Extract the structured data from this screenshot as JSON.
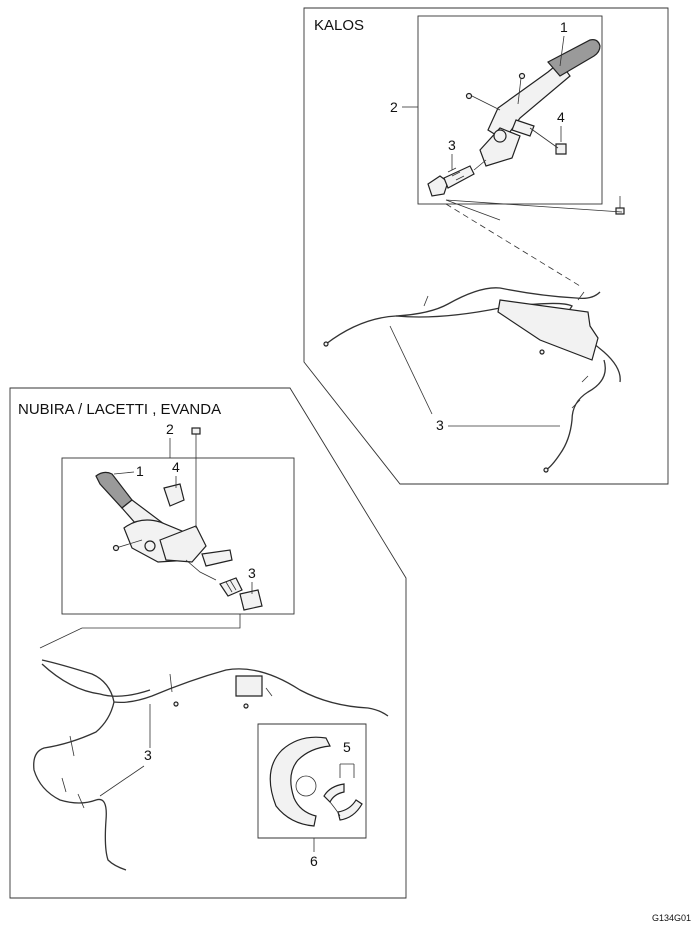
{
  "panels": {
    "kalos": {
      "title": "KALOS"
    },
    "nubira": {
      "title": "NUBIRA / LACETTI , EVANDA"
    }
  },
  "callouts": {
    "kalos": {
      "lever": "1",
      "assembly": "2",
      "cable_upper": "3",
      "cable_lower": "3",
      "bolt": "4"
    },
    "nubira": {
      "lever": "1",
      "assembly": "2",
      "cable_upper": "3",
      "cable_lower": "3",
      "bolt": "4",
      "shoe": "5",
      "backplate": "6"
    }
  },
  "figure_code": "G134G01",
  "icons": [
    "parking-brake-lever",
    "brake-cable",
    "brake-shoe",
    "brake-backing-plate",
    "bolt"
  ],
  "colors": {
    "line": "#222222",
    "background": "#ffffff",
    "part_fill": "#f2f2f2",
    "grip_fill": "#9a9a9a"
  }
}
